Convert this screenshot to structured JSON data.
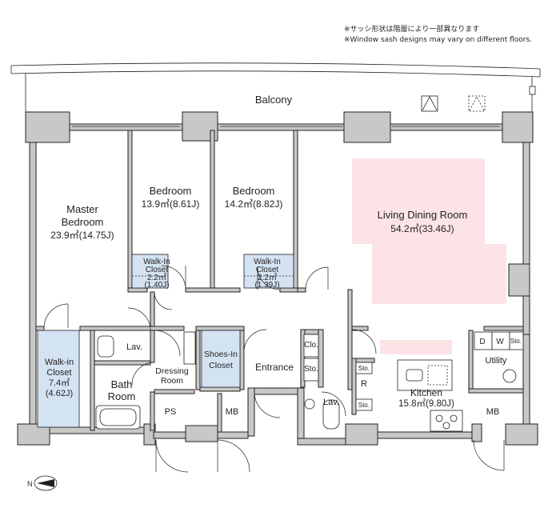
{
  "notes": {
    "line1": "※サッシ形状は階層により一部異なります",
    "line2": "※Window sash designs may vary on different floors."
  },
  "rooms": {
    "balcony": "Balcony",
    "master_bedroom": {
      "name1": "Master",
      "name2": "Bedroom",
      "area": "23.9㎡(14.75J)"
    },
    "bedroom1": {
      "name": "Bedroom",
      "area": "13.9㎡(8.61J)"
    },
    "bedroom2": {
      "name": "Bedroom",
      "area": "14.2㎡(8.82J)"
    },
    "living": {
      "name": "Living Dining Room",
      "area": "54.2㎡(33.46J)"
    },
    "walkin1": {
      "line1": "Walk-In",
      "line2": "Closet",
      "line3": "2.2㎡",
      "line4": "(1.40J)"
    },
    "walkin2": {
      "line1": "Walk-In",
      "line2": "Closet",
      "line3": "2.2㎡",
      "line4": "(1.39J)"
    },
    "walkin_master": {
      "line1": "Walk-in",
      "line2": "Closet",
      "line3": "7.4㎡",
      "line4": "(4.62J)"
    },
    "lav1": "Lav.",
    "lav2": "Lav.",
    "dressing1": "Dressing",
    "dressing2": "Room",
    "bath1": "Bath",
    "bath2": "Room",
    "shoes1": "Shoes-In",
    "shoes2": "Closet",
    "entrance": "Entrance",
    "clo": "Clo.",
    "sto_hall": "Sto.",
    "sto_k1": "Sto.",
    "sto_k2": "Sto.",
    "fridge": "R",
    "kitchen": {
      "name": "Kitchen",
      "area": "15.8㎡(9.80J)"
    },
    "utility": "Utility",
    "d": "D",
    "w": "W",
    "sto_util": "Sto.",
    "ps": "PS",
    "mb1": "MB",
    "mb2": "MB"
  },
  "compass": {
    "label": "N"
  },
  "colors": {
    "living_tint": "#fbe3e6",
    "closet_tint": "#d3e3f2",
    "wall": "#c8c8c8"
  }
}
